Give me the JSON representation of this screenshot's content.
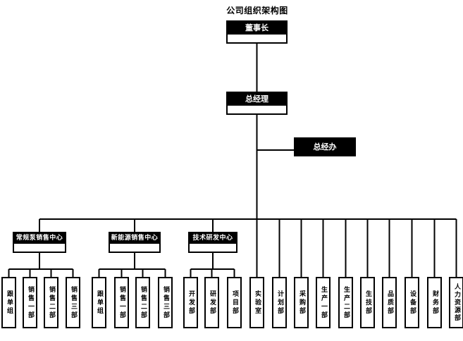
{
  "title": "公司组织架构图",
  "nodes": {
    "chairman": "董事长",
    "general_manager": "总经理",
    "gm_office": "总经办"
  },
  "centers": [
    {
      "label": "常规泵销售中心",
      "children": [
        "跟单组",
        "销售一部",
        "销售二部",
        "销售三部"
      ]
    },
    {
      "label": "新能源销售中心",
      "children": [
        "跟单组",
        "销售一部",
        "销售二部",
        "销售三部"
      ]
    },
    {
      "label": "技术研发中心",
      "children": [
        "开发部",
        "研发部",
        "项目部"
      ]
    }
  ],
  "departments": [
    "实验室",
    "计划部",
    "采购部",
    "生产一部",
    "生产二部",
    "生技部",
    "品质部",
    "设备部",
    "财务部",
    "人力资源部"
  ],
  "colors": {
    "line": "#000000",
    "box_border": "#000000",
    "header_bg": "#000000",
    "header_text": "#ffffff",
    "box_bg": "#ffffff",
    "background": "#ffffff"
  }
}
